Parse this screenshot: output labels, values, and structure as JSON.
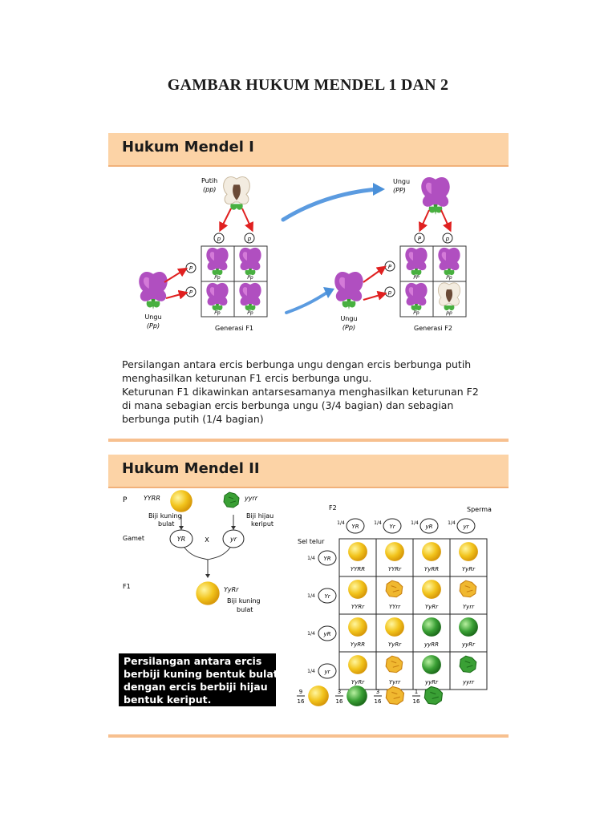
{
  "page": {
    "title": "GAMBAR HUKUM MENDEL 1 DAN 2"
  },
  "mendel1": {
    "heading": "Hukum Mendel I",
    "putih_label": "Putih",
    "putih_genotype": "(pp)",
    "ungu_label": "Ungu",
    "ungu_genotype": "(PP)",
    "left_parent_label": "Ungu",
    "left_parent_genotype": "(Pp)",
    "right_parent_label": "Ungu",
    "right_parent_genotype": "(Pp)",
    "gamete_p": "p",
    "gamete_P": "P",
    "f1_cells": [
      "Pp",
      "Pp",
      "Pp",
      "Pp"
    ],
    "f2_cells": [
      "PP",
      "Pp",
      "Pp",
      "pp"
    ],
    "generasi_f1": "Generasi F1",
    "generasi_f2": "Generasi F2",
    "description": [
      "Persilangan antara ercis berbunga ungu dengan ercis berbunga putih",
      "menghasilkan keturunan F1 ercis berbunga ungu.",
      "Keturunan F1 dikawinkan antarsesamanya menghasilkan keturunan F2",
      "di mana sebagian ercis berbunga ungu (3/4 bagian) dan sebagian",
      "berbunga putih (1/4 bagian)"
    ]
  },
  "mendel2": {
    "heading": "Hukum Mendel II",
    "p_label": "P",
    "p1_genotype": "YYRR",
    "p2_genotype": "yyrr",
    "p1_desc": [
      "Biji kuning",
      "bulat"
    ],
    "p2_desc": [
      "Biji hijau",
      "keriput"
    ],
    "gamet_label": "Gamet",
    "gamete1": "YR",
    "gamete2": "yr",
    "cross": "X",
    "f1_label": "F1",
    "f1_genotype": "YyRr",
    "f1_desc": [
      "Biji kuning",
      "bulat"
    ],
    "f2_label": "F2",
    "sperma_label": "Sperma",
    "sel_telur_label": "Sel telur",
    "fraction": "1/4",
    "sperm_gametes": [
      "YR",
      "Yr",
      "yR",
      "yr"
    ],
    "egg_gametes": [
      "YR",
      "Yr",
      "yR",
      "yr"
    ],
    "grid": [
      [
        "YYRR",
        "YYRr",
        "YyRR",
        "YyRr"
      ],
      [
        "YYRr",
        "YYrr",
        "YyRr",
        "Yyrr"
      ],
      [
        "YyRR",
        "YyRr",
        "yyRR",
        "yyRr"
      ],
      [
        "YyRr",
        "Yyrr",
        "yyRr",
        "yyrr"
      ]
    ],
    "grid_colors": [
      [
        "yr-round",
        "yr-round",
        "yr-round",
        "yr-round"
      ],
      [
        "yr-round",
        "yr-wrinkled",
        "yr-round",
        "yr-wrinkled"
      ],
      [
        "yr-round",
        "yr-round",
        "g-round",
        "g-round"
      ],
      [
        "yr-round",
        "yr-wrinkled",
        "g-round",
        "g-wrinkled"
      ]
    ],
    "ratio": [
      {
        "num": "9",
        "den": "16",
        "type": "yellow-round"
      },
      {
        "num": "3",
        "den": "16",
        "type": "green-round"
      },
      {
        "num": "3",
        "den": "16",
        "type": "yellow-wrinkled"
      },
      {
        "num": "1",
        "den": "16",
        "type": "green-wrinkled"
      }
    ],
    "description": [
      "Persilangan antara ercis",
      "berbiji kuning bentuk bulat",
      "dengan ercis berbiji hijau",
      "bentuk keriput."
    ]
  },
  "colors": {
    "banner": "#fcd3a6",
    "flower_purple": "#b04fc0",
    "pea_yellow": "#f2c41c",
    "pea_green": "#3aa035",
    "arrow_red": "#e02020",
    "arrow_blue": "#4a90d9"
  }
}
